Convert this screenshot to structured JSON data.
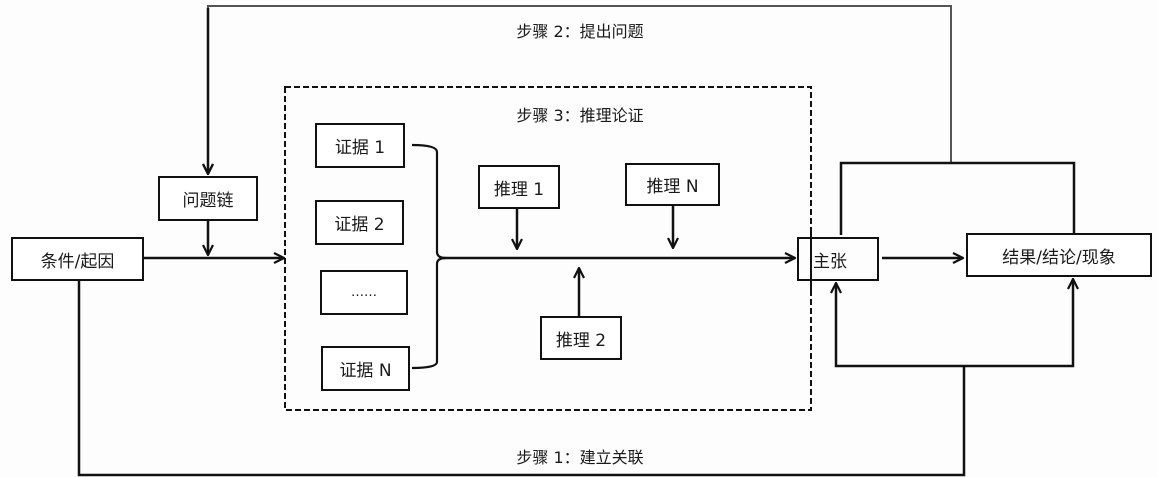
{
  "diagram": {
    "type": "flowchart",
    "steps": {
      "step1": "步骤 1：建立关联",
      "step2": "步骤 2：提出问题",
      "step3": "步骤 3：推理论证"
    },
    "nodes": {
      "condition": "条件/起因",
      "question_chain": "问题链",
      "evidence_1": "证据 1",
      "evidence_2": "证据 2",
      "evidence_ellipsis": "……",
      "evidence_n": "证据 N",
      "reasoning_1": "推理 1",
      "reasoning_2": "推理 2",
      "reasoning_n": "推理 N",
      "claim": "主张",
      "result": "结果/结论/现象"
    },
    "edges": [
      {
        "from": "condition",
        "to": "step3_group",
        "label": ""
      },
      {
        "from": "question_chain",
        "to": "main_flow",
        "label": ""
      },
      {
        "from": "step2_loop",
        "to": "question_chain",
        "label": ""
      },
      {
        "from": "evidence_group",
        "to": "claim",
        "label": ""
      },
      {
        "from": "reasoning_1",
        "to": "main_flow",
        "label": ""
      },
      {
        "from": "reasoning_n",
        "to": "main_flow",
        "label": ""
      },
      {
        "from": "reasoning_2",
        "to": "main_flow",
        "label": ""
      },
      {
        "from": "claim",
        "to": "result",
        "label": ""
      },
      {
        "from": "step1_loop",
        "to": "claim",
        "label": ""
      },
      {
        "from": "step1_loop",
        "to": "result",
        "label": ""
      }
    ]
  }
}
